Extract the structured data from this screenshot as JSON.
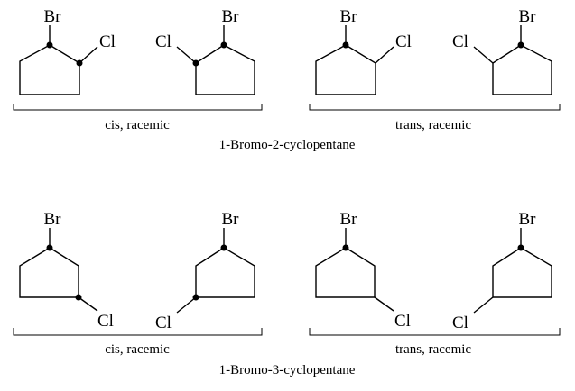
{
  "groups": [
    {
      "title": "1-Bromo-2-cyclopentane",
      "sets": [
        {
          "label": "cis, racemic",
          "molecules": [
            {
              "atoms": [
                "Br",
                "Cl"
              ]
            },
            {
              "atoms": [
                "Cl",
                "Br"
              ]
            }
          ]
        },
        {
          "label": "trans, racemic",
          "molecules": [
            {
              "atoms": [
                "Br",
                "Cl"
              ]
            },
            {
              "atoms": [
                "Cl",
                "Br"
              ]
            }
          ]
        }
      ]
    },
    {
      "title": "1-Bromo-3-cyclopentane",
      "sets": [
        {
          "label": "cis, racemic",
          "molecules": [
            {
              "atoms": [
                "Br",
                "Cl"
              ]
            },
            {
              "atoms": [
                "Br",
                "Cl"
              ]
            }
          ]
        },
        {
          "label": "trans, racemic",
          "molecules": [
            {
              "atoms": [
                "Br",
                "Cl"
              ]
            },
            {
              "atoms": [
                "Br",
                "Cl"
              ]
            }
          ]
        }
      ]
    }
  ]
}
